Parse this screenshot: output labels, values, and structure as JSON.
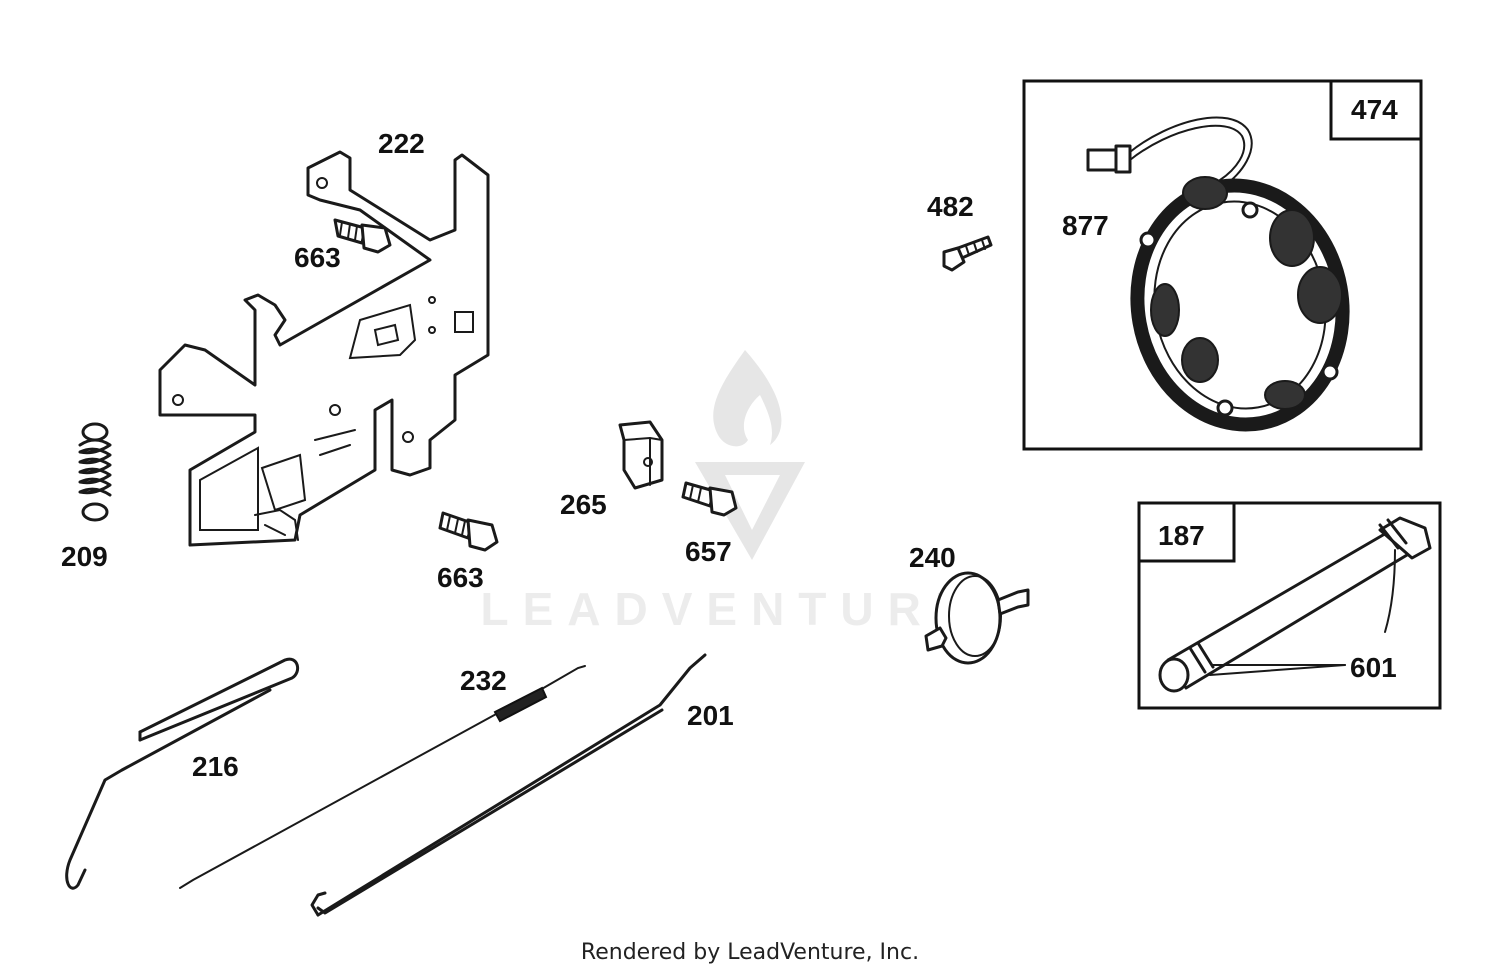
{
  "diagram": {
    "labels": {
      "p222": "222",
      "p663a": "663",
      "p209": "209",
      "p663b": "663",
      "p265": "265",
      "p657": "657",
      "p482": "482",
      "p877": "877",
      "p474": "474",
      "p240": "240",
      "p187": "187",
      "p601": "601",
      "p232": "232",
      "p201": "201",
      "p216": "216"
    },
    "watermark": "LEADVENTURE"
  },
  "footer": {
    "text": "Rendered by LeadVenture, Inc."
  }
}
